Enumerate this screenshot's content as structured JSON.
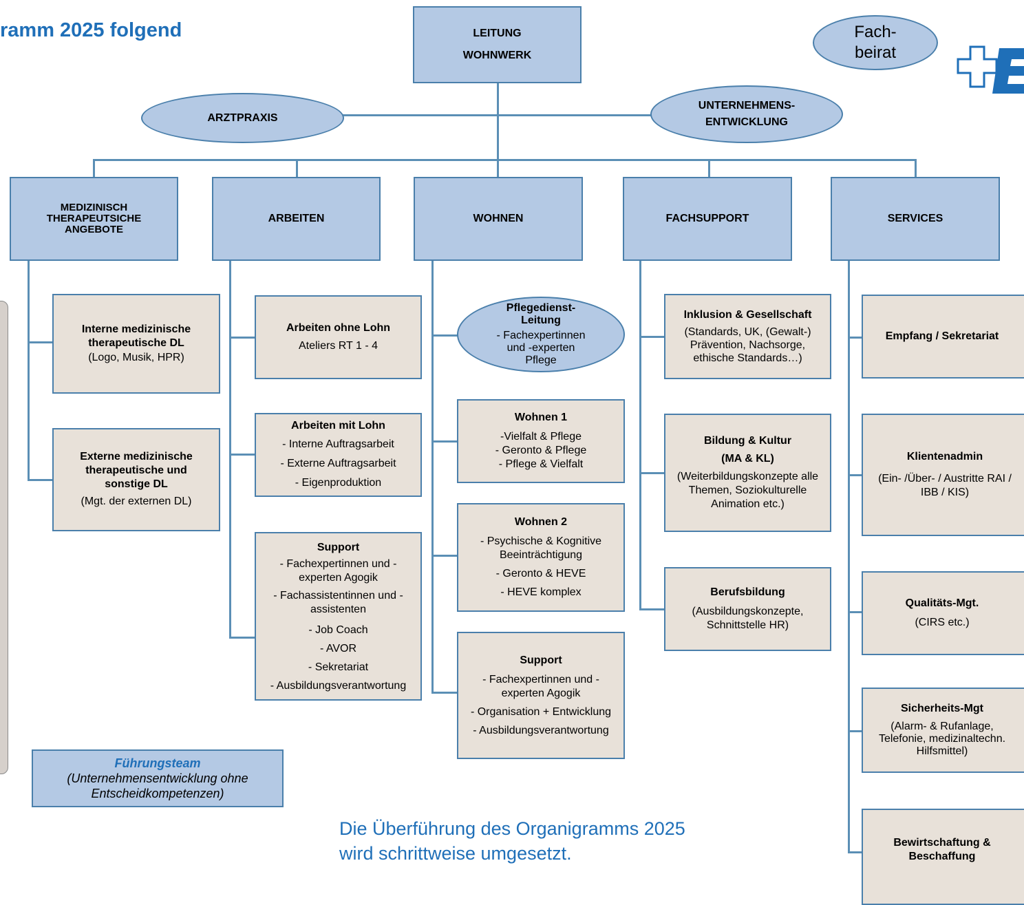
{
  "title": "ramm 2025 folgend",
  "root": {
    "line1": "LEITUNG",
    "line2": "WOHNWERK"
  },
  "fachbeirat": {
    "line1": "Fach-",
    "line2": "beirat"
  },
  "arztpraxis": "ARZTPRAXIS",
  "unternehmensentwicklung": {
    "line1": "UNTERNEHMENS-",
    "line2": "ENTWICKLUNG"
  },
  "departments": {
    "medizinisch": {
      "line1": "MEDIZINISCH",
      "line2": "THERAPEUTSICHE",
      "line3": "ANGEBOTE"
    },
    "arbeiten": "ARBEITEN",
    "wohnen": "WOHNEN",
    "fachsupport": "FACHSUPPORT",
    "services": "SERVICES"
  },
  "medizinisch_units": {
    "interne": {
      "title1": "Interne medizinische",
      "title2": "therapeutische DL",
      "desc": "(Logo, Musik, HPR)"
    },
    "externe": {
      "title1": "Externe medizinische",
      "title2": "therapeutische und",
      "title3": "sonstige DL",
      "desc": "(Mgt. der externen DL)"
    }
  },
  "arbeiten_units": {
    "ohne_lohn": {
      "title": "Arbeiten ohne Lohn",
      "desc": "Ateliers RT 1 - 4"
    },
    "mit_lohn": {
      "title": "Arbeiten mit Lohn",
      "items": [
        "- Interne Auftragsarbeit",
        "- Externe Auftragsarbeit",
        "- Eigenproduktion"
      ]
    },
    "support": {
      "title": "Support",
      "items": [
        "- Fachexpertinnen und -",
        "experten Agogik",
        "- Fachassistentinnen und -",
        "assistenten",
        "- Job Coach",
        "- AVOR",
        "- Sekretariat",
        "- Ausbildungsverantwortung"
      ]
    }
  },
  "wohnen_units": {
    "pflegedienst": {
      "title1": "Pflegedienst-",
      "title2": "Leitung",
      "desc1": "- Fachexpertinnen",
      "desc2": "und -experten",
      "desc3": "Pflege"
    },
    "wohnen1": {
      "title": "Wohnen 1",
      "items": [
        "-Vielfalt & Pflege",
        "- Geronto & Pflege",
        "- Pflege & Vielfalt"
      ]
    },
    "wohnen2": {
      "title": "Wohnen 2",
      "items": [
        "- Psychische & Kognitive",
        "Beeinträchtigung",
        "- Geronto & HEVE",
        "- HEVE komplex"
      ]
    },
    "support": {
      "title": "Support",
      "items": [
        "- Fachexpertinnen und -",
        "experten Agogik",
        "- Organisation + Entwicklung",
        "- Ausbildungsverantwortung"
      ]
    }
  },
  "fachsupport_units": {
    "inklusion": {
      "title": "Inklusion & Gesellschaft",
      "items": [
        "(Standards, UK, (Gewalt-)",
        "Prävention, Nachsorge,",
        "ethische Standards…)"
      ]
    },
    "bildung": {
      "title1": "Bildung & Kultur",
      "title2": "(MA & KL)",
      "items": [
        "(Weiterbildungskonzepte alle",
        "Themen, Soziokulturelle",
        "Animation etc.)"
      ]
    },
    "berufsbildung": {
      "title": "Berufsbildung",
      "items": [
        "(Ausbildungskonzepte,",
        "Schnittstelle HR)"
      ]
    }
  },
  "services_units": {
    "empfang": {
      "title": "Empfang / Sekretariat"
    },
    "klientenadmin": {
      "title": "Klientenadmin",
      "items": [
        "(Ein- /Über- / Austritte RAI /",
        "IBB / KIS)"
      ]
    },
    "qualitaet": {
      "title": "Qualitäts-Mgt.",
      "items": [
        "(CIRS etc.)"
      ]
    },
    "sicherheit": {
      "title": "Sicherheits-Mgt",
      "items": [
        "(Alarm- & Rufanlage,",
        "Telefonie, medizinaltechn.",
        "Hilfsmittel)"
      ]
    },
    "bewirtschaftung": {
      "title1": "Bewirtschaftung &",
      "title2": "Beschaffung"
    }
  },
  "fuehrungsteam": {
    "title": "Führungsteam",
    "line1": "(Unternehmensentwicklung ohne",
    "line2": "Entscheidkompetenzen)"
  },
  "note": {
    "line1": "Die Überführung des Organigramms 2025",
    "line2": "wird schrittweise umgesetzt."
  }
}
